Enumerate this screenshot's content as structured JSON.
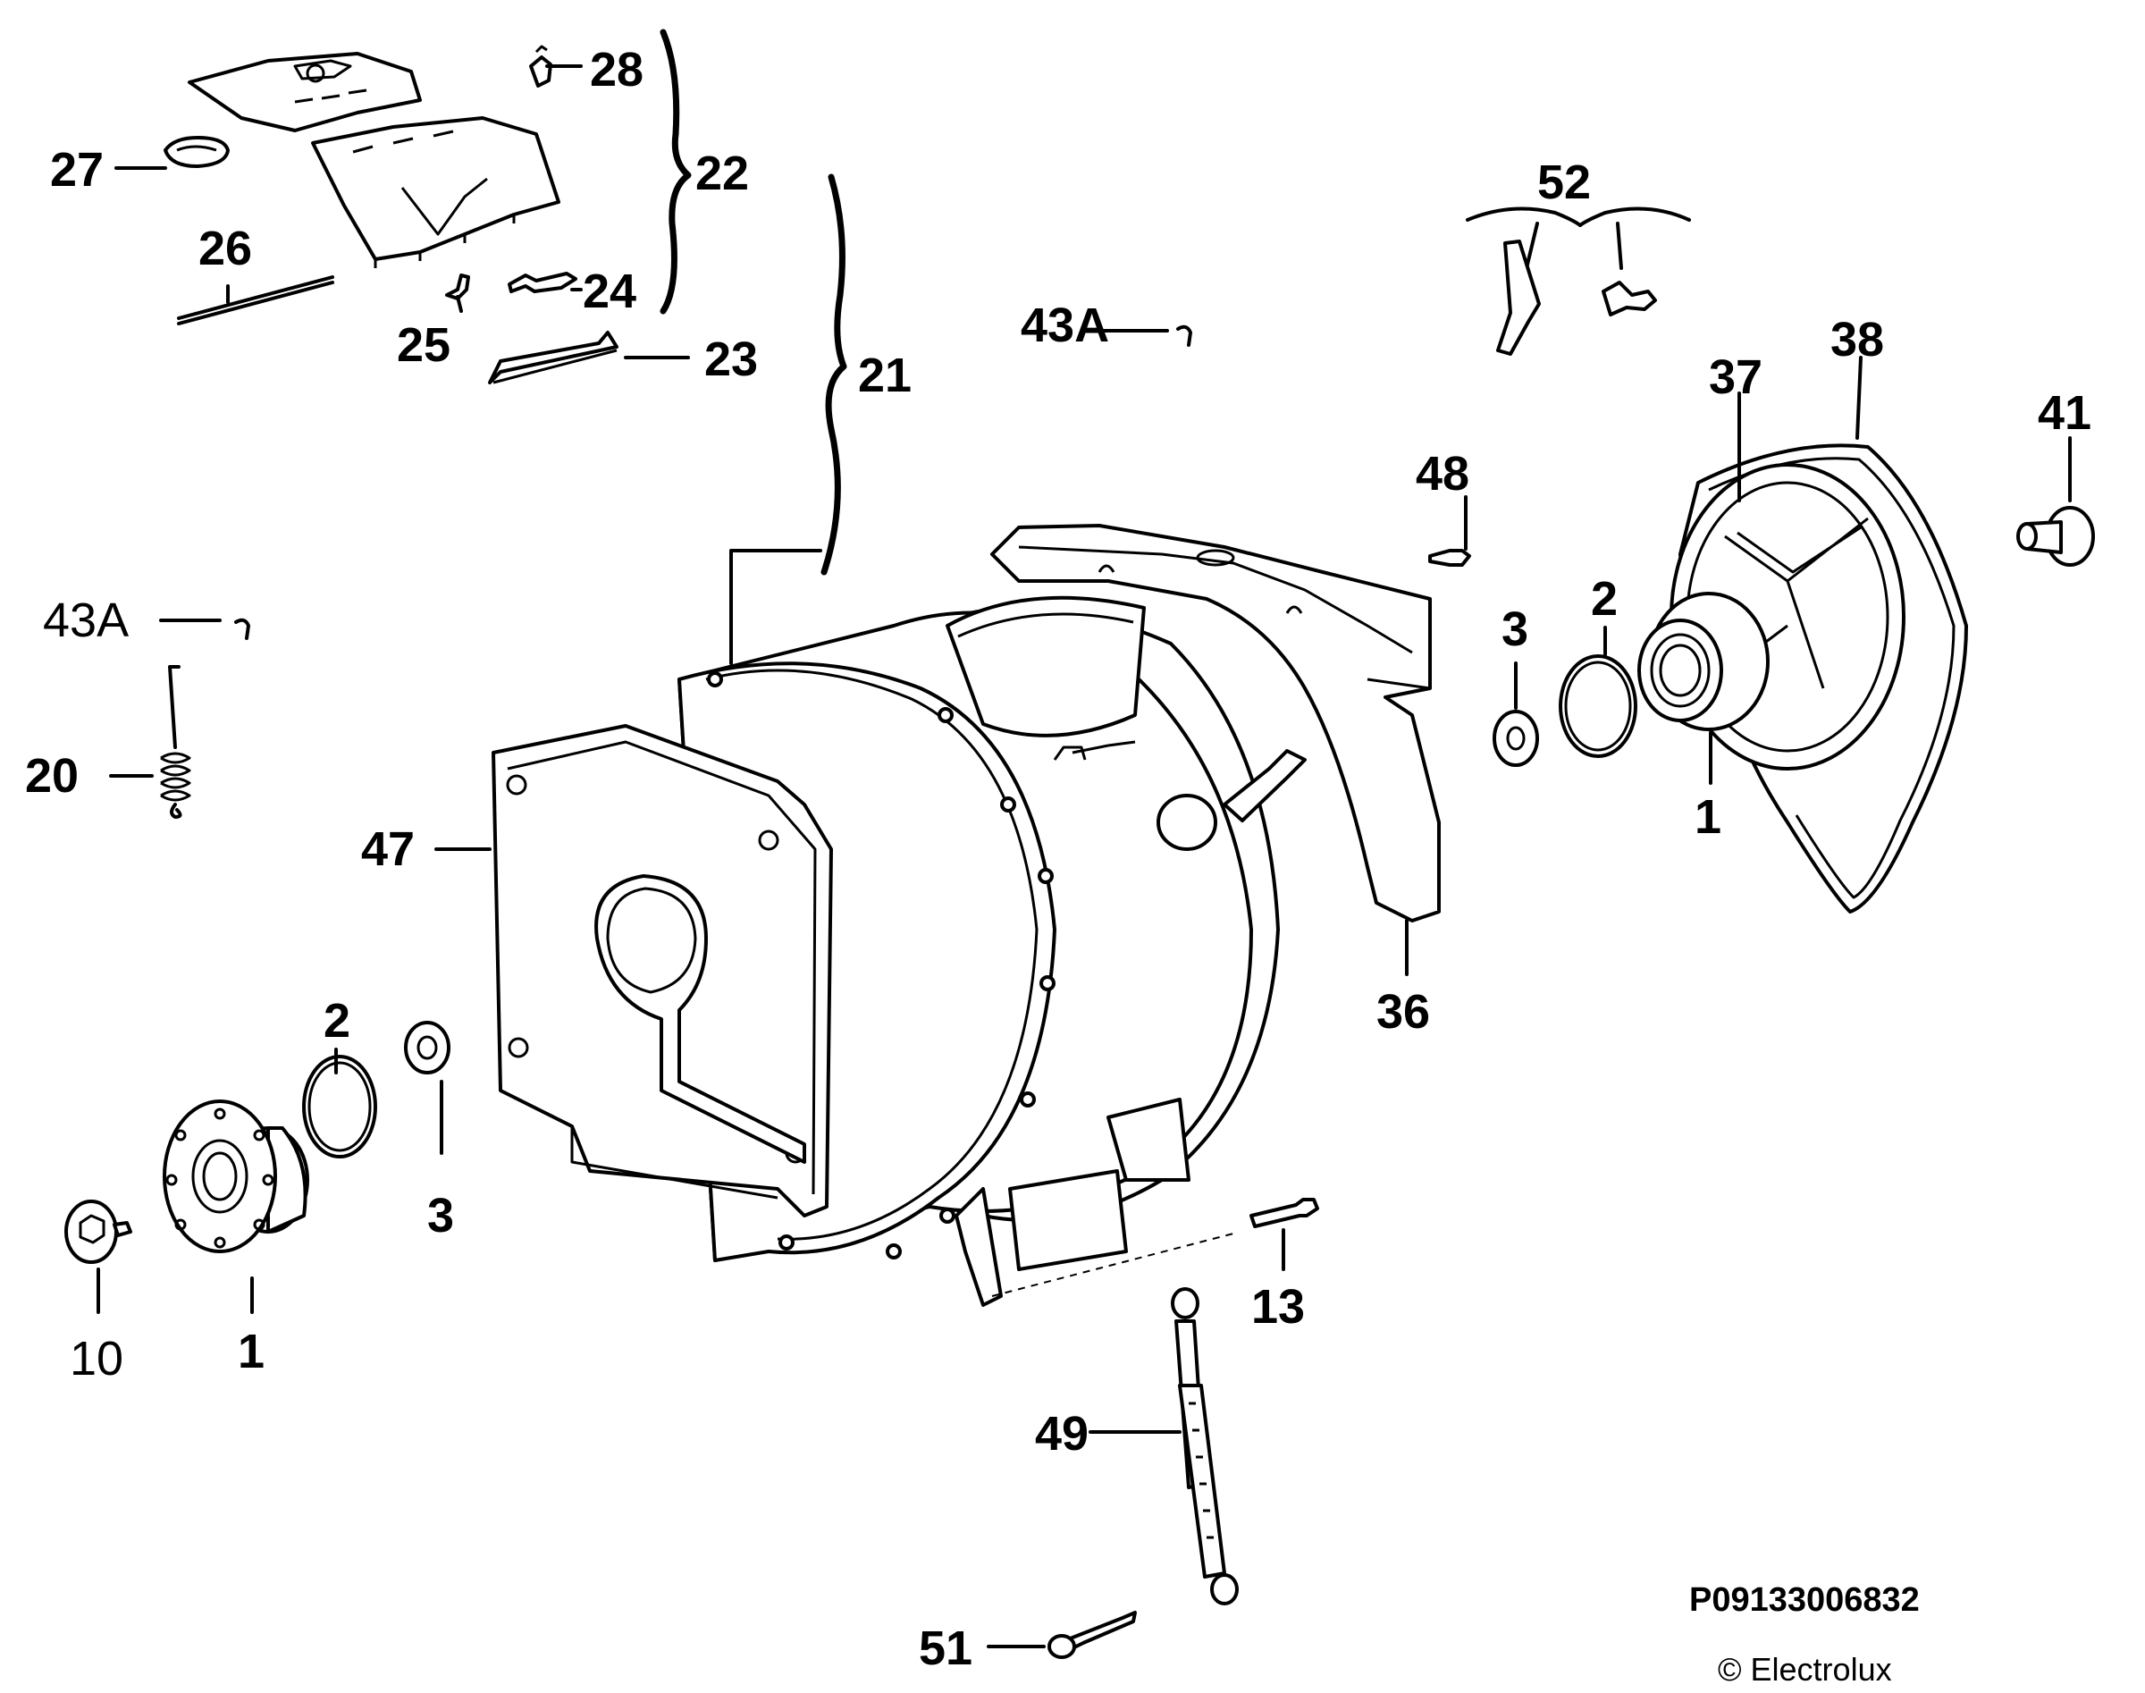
{
  "diagram": {
    "labels": {
      "p1_left": "1",
      "p1_right": "1",
      "p2_left": "2",
      "p2_right": "2",
      "p3_left": "3",
      "p3_right": "3",
      "p10": "10",
      "p13": "13",
      "p20": "20",
      "p21": "21",
      "p22": "22",
      "p23": "23",
      "p24": "24",
      "p25": "25",
      "p26": "26",
      "p27": "27",
      "p28": "28",
      "p36": "36",
      "p37": "37",
      "p38": "38",
      "p41": "41",
      "p43a_left": "43A",
      "p43a_mid": "43A",
      "p47": "47",
      "p48": "48",
      "p49": "49",
      "p51": "51",
      "p52": "52"
    },
    "drawing_code": "P09133006832",
    "copyright": "© Electrolux"
  }
}
